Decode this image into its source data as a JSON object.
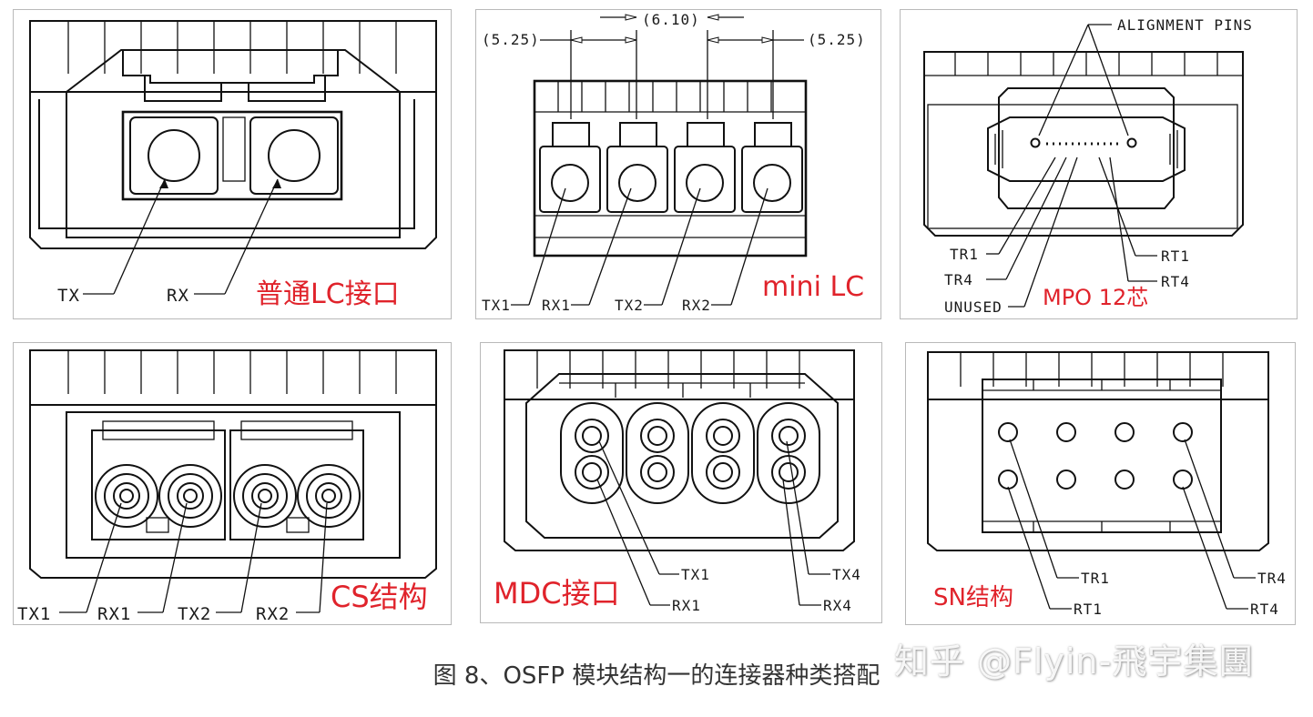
{
  "colors": {
    "accent_red": "#e0232b",
    "line": "#111111",
    "frame": "#b9b9b9"
  },
  "panels": {
    "lc": {
      "title": "普通LC接口",
      "labels": {
        "tx": "TX",
        "rx": "RX"
      }
    },
    "mini_lc": {
      "title": "mini LC",
      "dims": {
        "left": "(5.25)",
        "center": "(6.10)",
        "right": "(5.25)"
      },
      "labels": {
        "tx1": "TX1",
        "rx1": "RX1",
        "tx2": "TX2",
        "rx2": "RX2"
      }
    },
    "mpo": {
      "title": "MPO 12芯",
      "labels": {
        "alignment": "ALIGNMENT PINS",
        "tr1": "TR1",
        "tr4": "TR4",
        "unused": "UNUSED",
        "rt1": "RT1",
        "rt4": "RT4"
      }
    },
    "cs": {
      "title": "CS结构",
      "labels": {
        "tx1": "TX1",
        "rx1": "RX1",
        "tx2": "TX2",
        "rx2": "RX2"
      }
    },
    "mdc": {
      "title": "MDC接口",
      "labels": {
        "tx1": "TX1",
        "rx1": "RX1",
        "tx4": "TX4",
        "rx4": "RX4"
      }
    },
    "sn": {
      "title": "SN结构",
      "labels": {
        "tr1": "TR1",
        "rt1": "RT1",
        "tr4": "TR4",
        "rt4": "RT4"
      }
    }
  },
  "caption": "图 8、OSFP 模块结构一的连接器种类搭配",
  "watermark": "知乎 @Flyin-飛宇集團"
}
